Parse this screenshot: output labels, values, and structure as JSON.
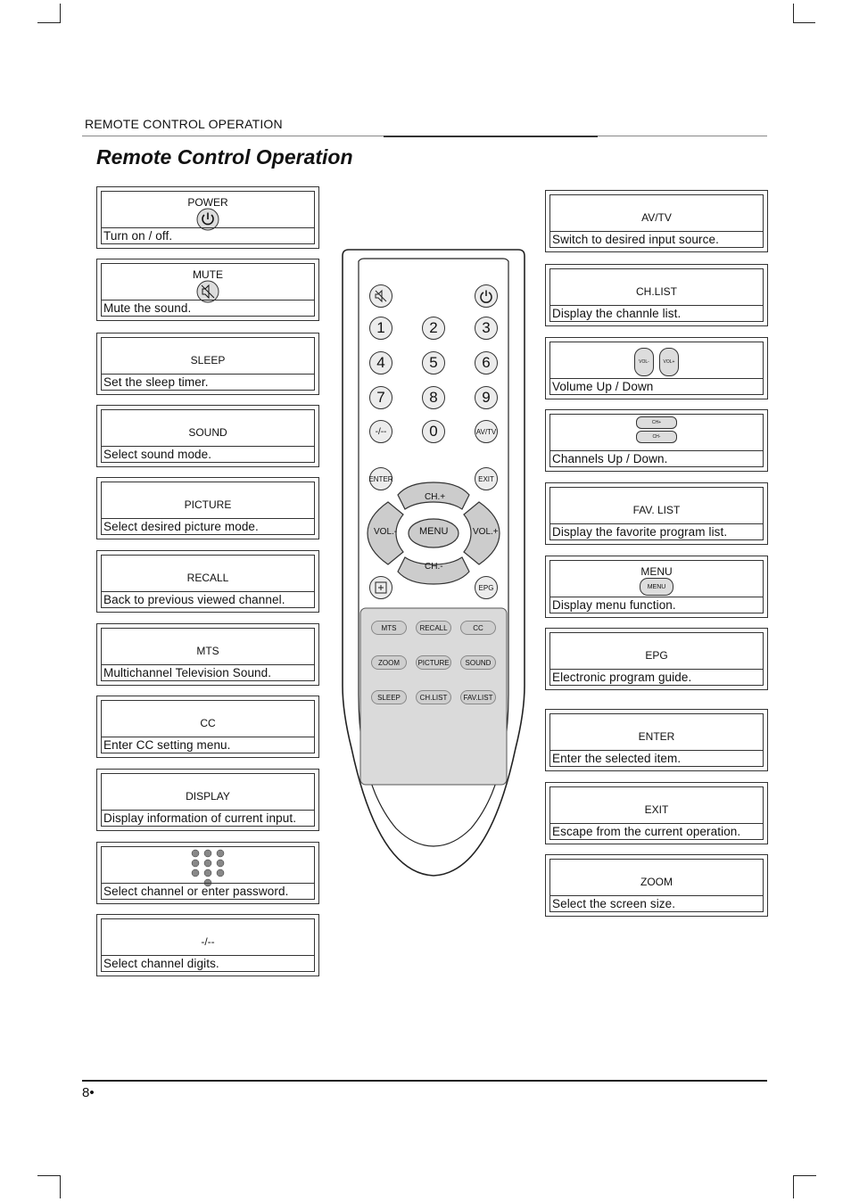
{
  "header": {
    "section": "REMOTE CONTROL OPERATION",
    "title": "Remote Control Operation"
  },
  "left_boxes": [
    {
      "name": "POWER",
      "desc": "Turn on / off.",
      "icon": "power-icon"
    },
    {
      "name": "MUTE",
      "desc": "Mute the sound.",
      "icon": "mute-icon"
    },
    {
      "name": "SLEEP",
      "desc": "Set the sleep timer."
    },
    {
      "name": "SOUND",
      "desc": "Select sound mode."
    },
    {
      "name": "PICTURE",
      "desc": "Select desired picture mode."
    },
    {
      "name": "RECALL",
      "desc": "Back to previous viewed channel."
    },
    {
      "name": "MTS",
      "desc": "Multichannel Television Sound."
    },
    {
      "name": "CC",
      "desc": "Enter CC setting menu."
    },
    {
      "name": "DISPLAY",
      "desc": "Display information of current input."
    },
    {
      "name": "",
      "desc": "Select channel or enter password.",
      "icon": "number-keypad-icon"
    },
    {
      "name": "-/--",
      "desc": "Select channel digits."
    }
  ],
  "right_boxes": [
    {
      "name": "AV/TV",
      "desc": "Switch to desired input source."
    },
    {
      "name": "CH.LIST",
      "desc": "Display the channle list."
    },
    {
      "name": "",
      "desc": "Volume Up / Down",
      "icon": "volume-buttons-icon",
      "labels": [
        "VOL-",
        "VOL+"
      ]
    },
    {
      "name": "",
      "desc": "Channels Up / Down.",
      "icon": "channel-buttons-icon",
      "labels": [
        "CH+",
        "CH-"
      ]
    },
    {
      "name": "FAV. LIST",
      "desc": "Display the favorite program list."
    },
    {
      "name": "MENU",
      "desc": "Display menu function.",
      "icon": "menu-button-icon",
      "icon_label": "MENU"
    },
    {
      "name": "EPG",
      "desc": "Electronic program guide."
    },
    {
      "name": "ENTER",
      "desc": "Enter the selected item."
    },
    {
      "name": "EXIT",
      "desc": "Escape from the current operation."
    },
    {
      "name": "ZOOM",
      "desc": "Select the screen size."
    }
  ],
  "remote": {
    "digits": [
      "1",
      "2",
      "3",
      "4",
      "5",
      "6",
      "7",
      "8",
      "9"
    ],
    "dash": "-/--",
    "zero": "0",
    "avtv": "AV/TV",
    "enter": "ENTER",
    "exit": "EXIT",
    "ch_up": "CH.+",
    "ch_down": "CH.-",
    "vol_down": "VOL.-",
    "vol_up": "VOL.+",
    "menu": "MENU",
    "epg": "EPG",
    "pills": [
      "MTS",
      "RECALL",
      "CC",
      "ZOOM",
      "PICTURE",
      "SOUND",
      "SLEEP",
      "CH.LIST",
      "FAV.LIST"
    ]
  },
  "footer": {
    "page": "8•"
  }
}
